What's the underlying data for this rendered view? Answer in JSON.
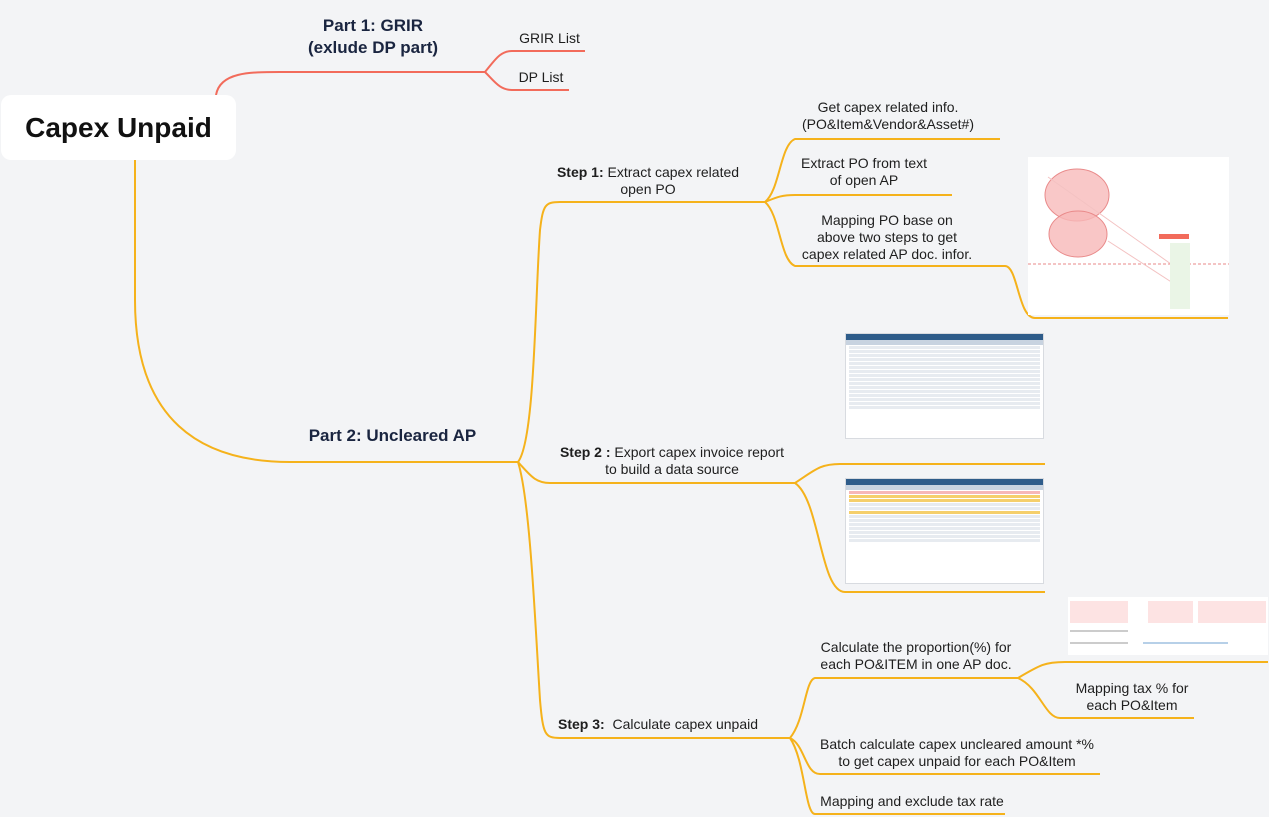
{
  "root": {
    "label": "Capex Unpaid"
  },
  "part1": {
    "title_line1": "Part 1: GRIR",
    "title_line2": "(exlude DP part)",
    "items": [
      "GRIR List",
      "DP List"
    ]
  },
  "part2": {
    "title": "Part 2: Uncleared AP",
    "step1": {
      "label": "Step 1:",
      "text_line1": "Extract capex related",
      "text_line2": "open PO",
      "children": [
        {
          "line1": "Get capex related info.",
          "line2": "(PO&Item&Vendor&Asset#)"
        },
        {
          "line1": "Extract PO from text",
          "line2": "of open AP"
        },
        {
          "line1": "Mapping PO base on",
          "line2": "above two steps to get",
          "line3": "capex related AP doc. infor."
        }
      ]
    },
    "step2": {
      "label": "Step 2 :",
      "text_line1": "Export  capex invoice report",
      "text_line2": "to build a data source"
    },
    "step3": {
      "label": "Step 3:",
      "text": "Calculate capex unpaid",
      "children": [
        {
          "line1": "Calculate the proportion(%) for",
          "line2": "each PO&ITEM in one AP doc."
        },
        {
          "line1": "Mapping tax % for",
          "line2": "each PO&Item"
        },
        {
          "line1": "Batch calculate capex uncleared amount *%",
          "line2": "to get capex unpaid for each PO&Item"
        },
        {
          "line1": "Mapping and exclude tax rate"
        }
      ]
    }
  },
  "colors": {
    "part1_branch": "#f26b5b",
    "part2_branch": "#f5b21b",
    "background": "#f3f4f6"
  }
}
